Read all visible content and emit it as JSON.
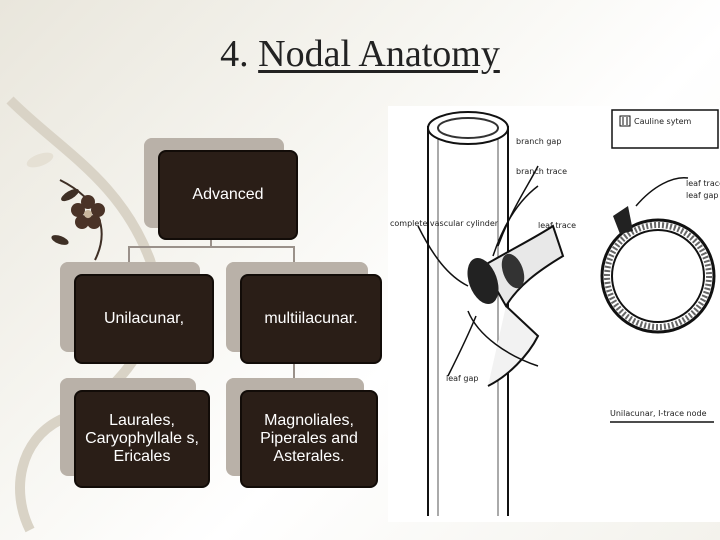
{
  "slide": {
    "title_prefix": "4. ",
    "title_main": "Nodal Anatomy"
  },
  "chart": {
    "root": "Advanced",
    "level2": [
      "Unilacunar,",
      "multiilacunar."
    ],
    "level3": [
      "Laurales, Caryophyllale s, Ericales",
      "Magnoliales, Piperales and Asterales."
    ]
  },
  "figure": {
    "labels": {
      "branch_gap": "branch gap",
      "branch_trace": "branch trace",
      "complete_vascular_cylinder": "complete vascular cylinder",
      "leaf_trace_1": "leaf trace",
      "leaf_gap_1": "leaf gap",
      "cauline_system": "Cauline sytem",
      "leaf_trace_2": "leaf trace",
      "leaf_gap_2": "leaf gap",
      "caption": "Unilacunar, I-trace node"
    }
  }
}
